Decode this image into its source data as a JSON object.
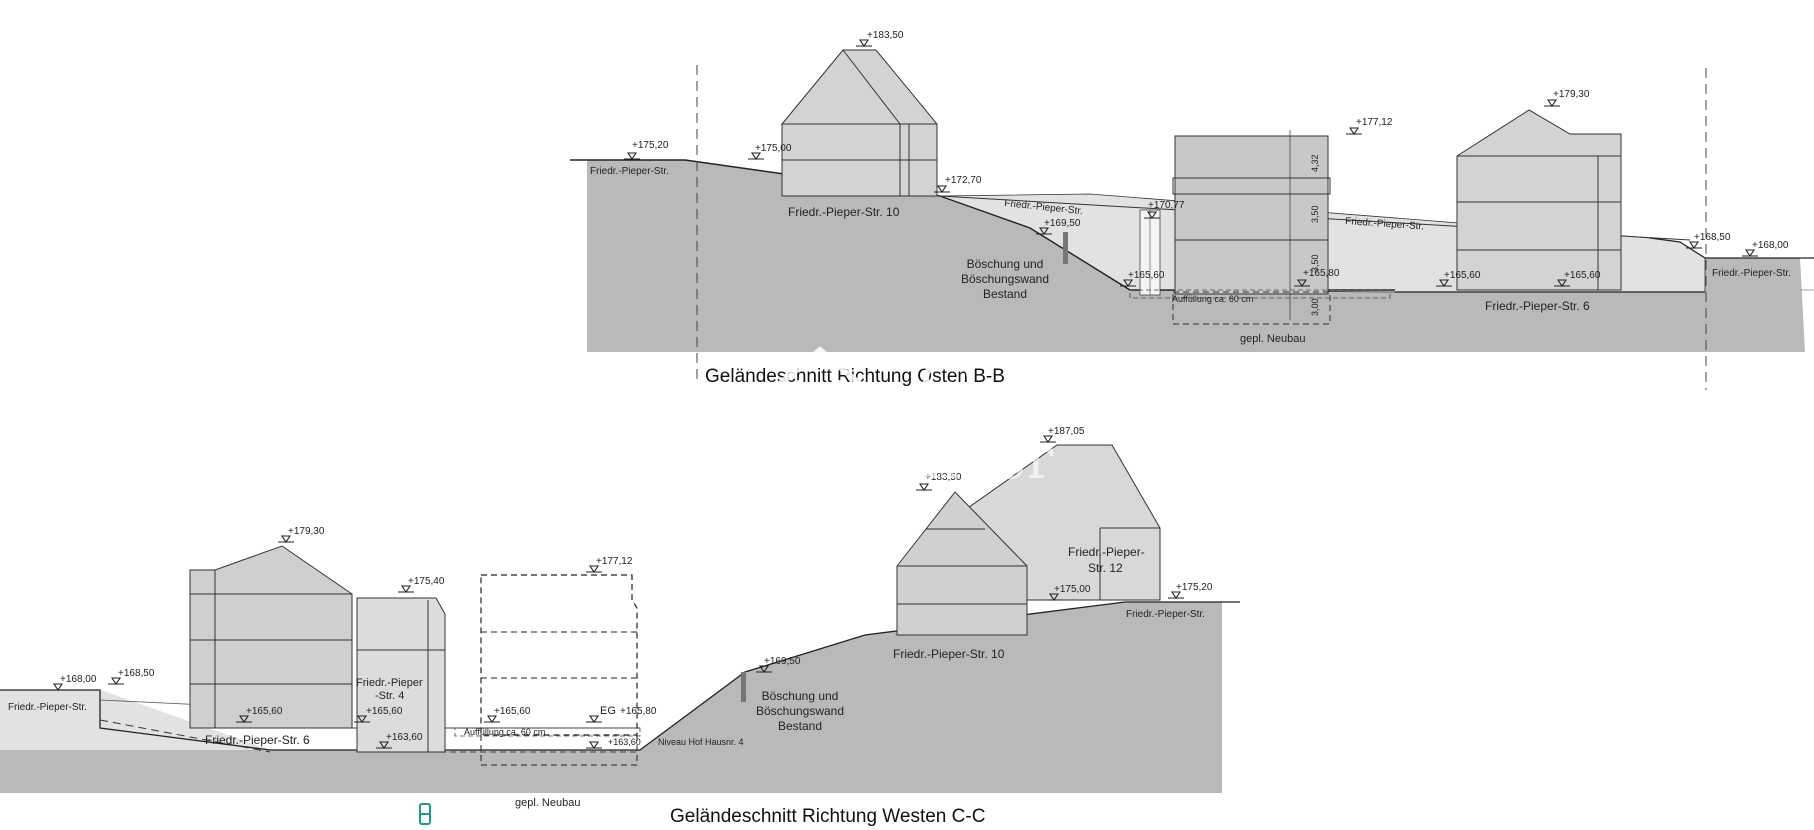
{
  "watermark": "ohne-makler",
  "section_bb": {
    "title": "Geländeschnitt Richtung Osten B-B",
    "elevations": {
      "e1": "+175,20",
      "e2": "+175,00",
      "e3": "+183,50",
      "e4": "+172,70",
      "e5": "+169,50",
      "e6": "+170,77",
      "e7": "+165,60",
      "e8": "+165,80",
      "e9": "+177,12",
      "e10": "+179,30",
      "e11": "+165,60",
      "e12": "+165,60",
      "e13": "+168,50",
      "e14": "+168,00"
    },
    "labels": {
      "street_left": "Friedr.-Pieper-Str.",
      "house10": "Friedr.-Pieper-Str. 10",
      "street_mid": "Friedr.-Pieper-Str.",
      "slope1": "Böschung und",
      "slope2": "Böschungswand",
      "slope3": "Bestand",
      "fill": "Auffüllung ca. 60 cm",
      "newbuild": "gepl. Neubau",
      "street_right_top": "Friedr.-Pieper-Str.",
      "house6": "Friedr.-Pieper-Str. 6",
      "street_right": "Friedr.-Pieper-Str."
    },
    "dims": [
      "4,32",
      "3,50",
      "3,50",
      "3,00"
    ]
  },
  "section_cc": {
    "title": "Geländeschnitt Richtung Westen C-C",
    "elevations": {
      "e1": "+168,00",
      "e2": "+168,50",
      "e3": "+179,30",
      "e4": "+165,60",
      "e5": "+175,40",
      "e6": "+165,60",
      "e7": "+163,60",
      "e8": "+177,12",
      "e9": "+165,60",
      "e10": "+165,80",
      "e11": "+163,60",
      "e12": "+169,50",
      "e13": "+183,50",
      "e14": "+187,05",
      "e15": "+175,00",
      "e16": "+175,20"
    },
    "labels": {
      "street_left": "Friedr.-Pieper-Str.",
      "house6": "Friedr.-Pieper-Str. 6",
      "house4_1": "Friedr.-Pieper",
      "house4_2": "-Str. 4",
      "fill": "Auffüllung ca. 60 cm",
      "eg": "EG",
      "niveau": "Niveau Hof Hausnr. 4",
      "newbuild": "gepl. Neubau",
      "slope1": "Böschung und",
      "slope2": "Böschungswand",
      "slope3": "Bestand",
      "house10": "Friedr.-Pieper-Str. 10",
      "house12_1": "Friedr.-Pieper-",
      "house12_2": "Str. 12",
      "street_right": "Friedr.-Pieper-Str."
    }
  }
}
